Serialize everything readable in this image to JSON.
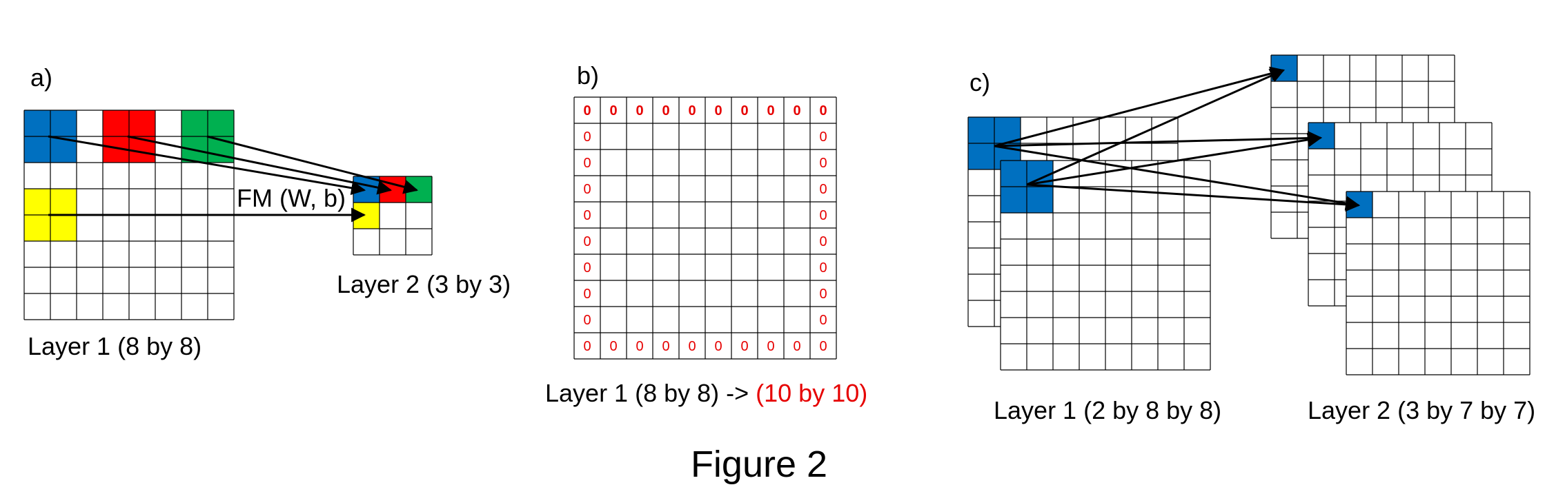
{
  "colors": {
    "blue": "#0070c0",
    "red": "#ff0000",
    "green": "#00b050",
    "yellow": "#ffff00",
    "zero_red": "#e60000",
    "grid": "#000000"
  },
  "panel_a": {
    "label": "a)",
    "layer1_caption": "Layer 1 (8 by 8)",
    "layer2_caption": "Layer 2 (3 by 3)",
    "fm_label": "FM (W, b)"
  },
  "panel_b": {
    "label": "b)",
    "zero": "0",
    "caption_part1": "Layer 1 (8 by 8) -> ",
    "caption_part2": "(10 by 10)"
  },
  "panel_c": {
    "label": "c)",
    "layer1_caption": "Layer 1 (2 by 8 by 8)",
    "layer2_caption": "Layer 2 (3 by 7 by 7)"
  },
  "figure_title": "Figure 2"
}
